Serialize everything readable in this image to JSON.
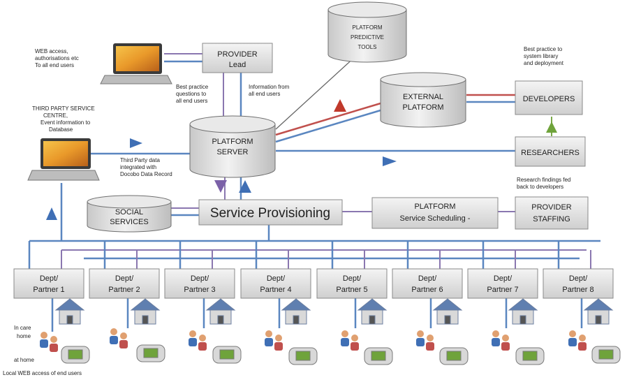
{
  "nodes": {
    "provider_lead": [
      "PROVIDER",
      "Lead"
    ],
    "predictive_tools": [
      "PLATFORM",
      "PREDICTIVE",
      "TOOLS"
    ],
    "external_platform": [
      "EXTERNAL",
      "PLATFORM"
    ],
    "developers": "DEVELOPERS",
    "platform_server": [
      "PLATFORM",
      "SERVER"
    ],
    "researchers": "RESEARCHERS",
    "social_services": [
      "SOCIAL",
      "SERVICES"
    ],
    "service_provisioning": "Service Provisioning",
    "platform_scheduling": [
      "PLATFORM",
      "Service Scheduling -"
    ],
    "provider_staffing": [
      "PROVIDER",
      "STAFFING"
    ]
  },
  "partners": [
    [
      "Dept/",
      "Partner 1"
    ],
    [
      "Dept/",
      "Partner 2"
    ],
    [
      "Dept/",
      "Partner 3"
    ],
    [
      "Dept/",
      "Partner 4"
    ],
    [
      "Dept/",
      "Partner 5"
    ],
    [
      "Dept/",
      "Partner 6"
    ],
    [
      "Dept/",
      "Partner 7"
    ],
    [
      "Dept/",
      "Partner 8"
    ]
  ],
  "notes": {
    "web_access": [
      "WEB access,",
      "authorisations etc",
      "To all end users"
    ],
    "third_party_centre": [
      "THIRD PARTY SERVICE",
      "CENTRE,",
      "Event information to",
      "Database"
    ],
    "third_party_data": [
      "Third Party data",
      "integrated with",
      "Docobo Data Record"
    ],
    "best_practice_questions": [
      "Best practice",
      "questions to",
      "all end users"
    ],
    "info_from_users": [
      "Information from",
      "all end users"
    ],
    "best_practice_library": [
      "Best practice to",
      "system library",
      "and deployment"
    ],
    "research_findings": [
      "Research findings fed",
      "back to developers"
    ],
    "in_care_home": [
      "In care",
      "home"
    ],
    "at_home": "at home",
    "local_web": "Local WEB access of end users"
  },
  "colors": {
    "blue_line": "#5a86c0",
    "purple_line": "#8a77b0",
    "red_line": "#c0504d",
    "green_arrow": "#7aa84a",
    "box_fill": "#d9d9d9"
  },
  "icons": [
    "laptop-icon",
    "house-icon",
    "person-icon",
    "handheld-device-icon"
  ]
}
